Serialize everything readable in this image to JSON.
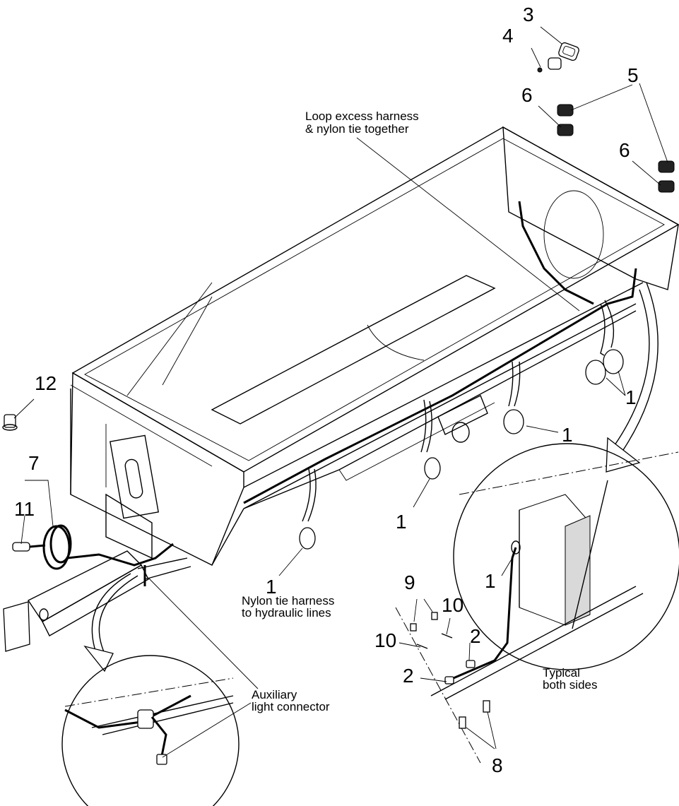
{
  "callouts": {
    "c3": "3",
    "c4": "4",
    "c5": "5",
    "c6a": "6",
    "c6b": "6",
    "c12": "12",
    "c7": "7",
    "c11": "11",
    "c1a": "1",
    "c1b": "1",
    "c1c": "1",
    "c1d": "1",
    "c1e": "1",
    "c9": "9",
    "c10a": "10",
    "c10b": "10",
    "c2a": "2",
    "c2b": "2",
    "c8": "8"
  },
  "notes": {
    "loop_line1": "Loop excess harness",
    "loop_line2": "& nylon tie together",
    "nylon_line1": "Nylon tie harness",
    "nylon_line2": "to hydraulic lines",
    "aux_line1": "Auxiliary",
    "aux_line2": "light connector",
    "typical_line1": "Typical",
    "typical_line2": "both sides"
  },
  "icons": {
    "clamp": "nylon-clamp-icon",
    "lamp": "marker-lamp-icon",
    "bolt": "bolt-icon"
  }
}
